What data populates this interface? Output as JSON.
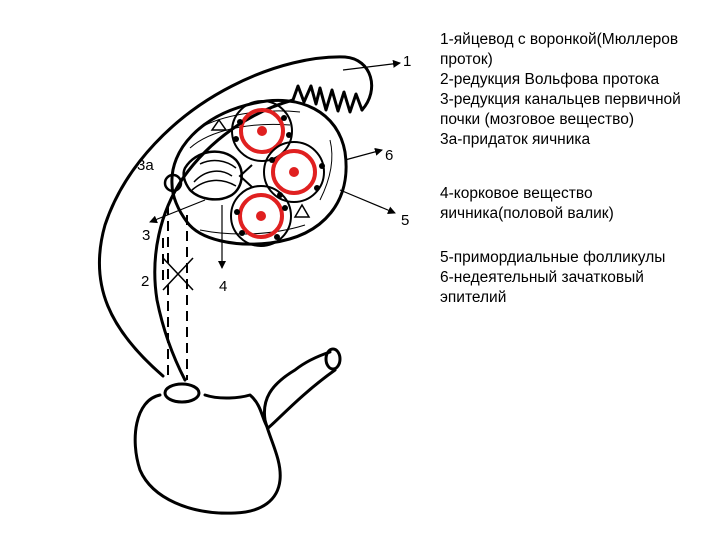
{
  "diagram": {
    "labels": {
      "l1": "1",
      "l6": "6",
      "l3a": "3а",
      "l5": "5",
      "l3": "3",
      "l2": "2",
      "l4": "4"
    },
    "colors": {
      "line": "#000000",
      "follicle": "#e02020"
    }
  },
  "legend": {
    "item1": "1-яйцевод с воронкой(Мюллеров",
    "item1b": "проток)",
    "item2": "2-редукция Вольфова протока",
    "item3": "3-редукция канальцев первичной",
    "item3b": "почки (мозговое вещество)",
    "item3a": "3а-придаток яичника",
    "item4": "4-корковое вещество",
    "item4b": "яичника(половой валик)",
    "item5": "5-примордиальные фолликулы",
    "item6": "6-недеятельный зачатковый",
    "item6b": "эпителий"
  }
}
